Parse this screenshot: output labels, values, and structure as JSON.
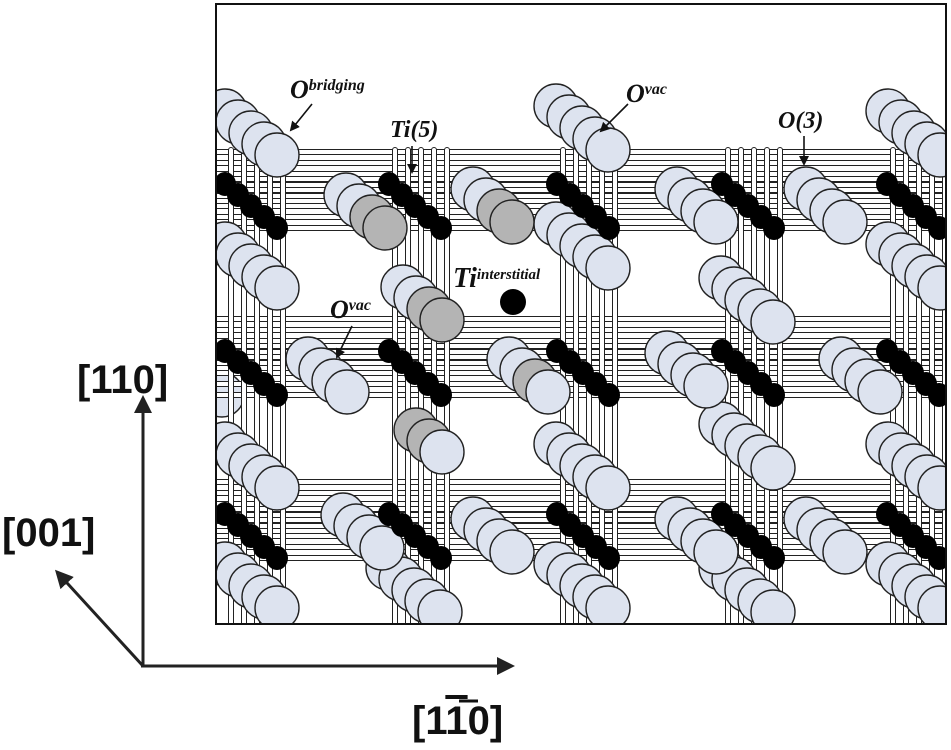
{
  "axes": {
    "vertical": "[110]",
    "diagonal": "[001]",
    "horizontal_prefix": "[1",
    "horizontal_bar_digit": "1",
    "horizontal_suffix": "0]"
  },
  "labels": {
    "o_bridging_main": "O",
    "o_bridging_sup": "bridging",
    "ti5": "Ti(5)",
    "o_vac_top_main": "O",
    "o_vac_top_sup": "vac",
    "o3": "O(3)",
    "ti_interstitial_main": "Ti",
    "ti_interstitial_sup": "interstitial",
    "o_vac_left_main": "O",
    "o_vac_left_sup": "vac"
  },
  "colors": {
    "oxygen": "#dde3ef",
    "oxygen_vacancy": "#b4b4b4",
    "titanium": "#000000",
    "bond": "#ffffff",
    "outline": "#222222"
  }
}
